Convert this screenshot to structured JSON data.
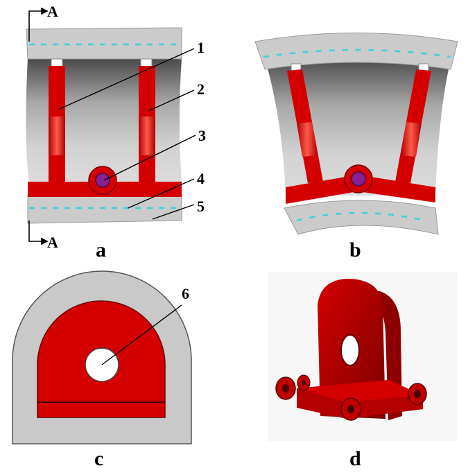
{
  "section_marker": "A",
  "panels": {
    "a": "a",
    "b": "b",
    "c": "c",
    "d": "d"
  },
  "callouts": {
    "n1": "1",
    "n2": "2",
    "n3": "3",
    "n4": "4",
    "n5": "5",
    "n6": "6"
  },
  "colors": {
    "red": "#d40000",
    "dark_red": "#8e0000",
    "gray": "#c8c8c8",
    "dark_gray": "#7a7a7a",
    "purple": "#8a1f8f",
    "cyan": "#3fd0e0"
  }
}
